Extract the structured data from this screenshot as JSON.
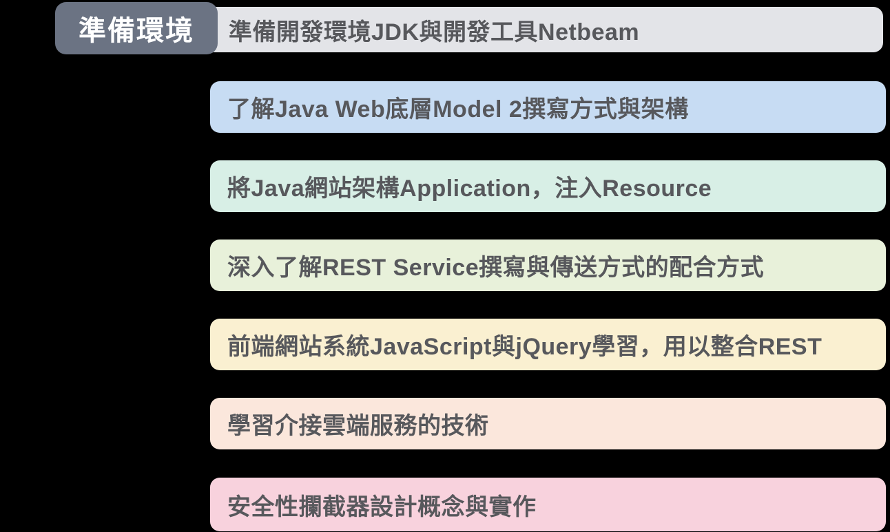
{
  "canvas": {
    "background": "#000000",
    "text_color": "#57585c"
  },
  "stage_label": {
    "text": "準備環境",
    "bg": "#6b7383",
    "color": "#ffffff"
  },
  "items": [
    {
      "text": "準備開發環境JDK與開發工具Netbeam",
      "bg": "#e3e4e8"
    },
    {
      "text": "了解Java Web底層Model 2撰寫方式與架構",
      "bg": "#c7dcf3"
    },
    {
      "text": "將Java網站架構Application，注入Resource",
      "bg": "#d8efe6"
    },
    {
      "text": "深入了解REST Service撰寫與傳送方式的配合方式",
      "bg": "#e8f1da"
    },
    {
      "text": "前端網站系統JavaScript與jQuery學習，用以整合REST",
      "bg": "#faf0d1"
    },
    {
      "text": "學習介接雲端服務的技術",
      "bg": "#fbe7dc"
    },
    {
      "text": "安全性攔截器設計概念與實作",
      "bg": "#f8d2dd"
    }
  ]
}
